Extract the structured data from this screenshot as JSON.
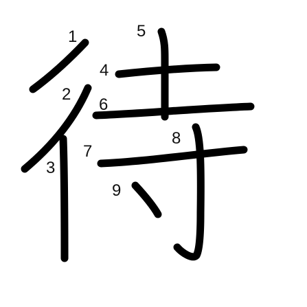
{
  "character": "待",
  "stroke_color": "#000000",
  "background": "#ffffff",
  "stroke_labels": [
    "1",
    "2",
    "3",
    "4",
    "5",
    "6",
    "7",
    "8",
    "9"
  ]
}
